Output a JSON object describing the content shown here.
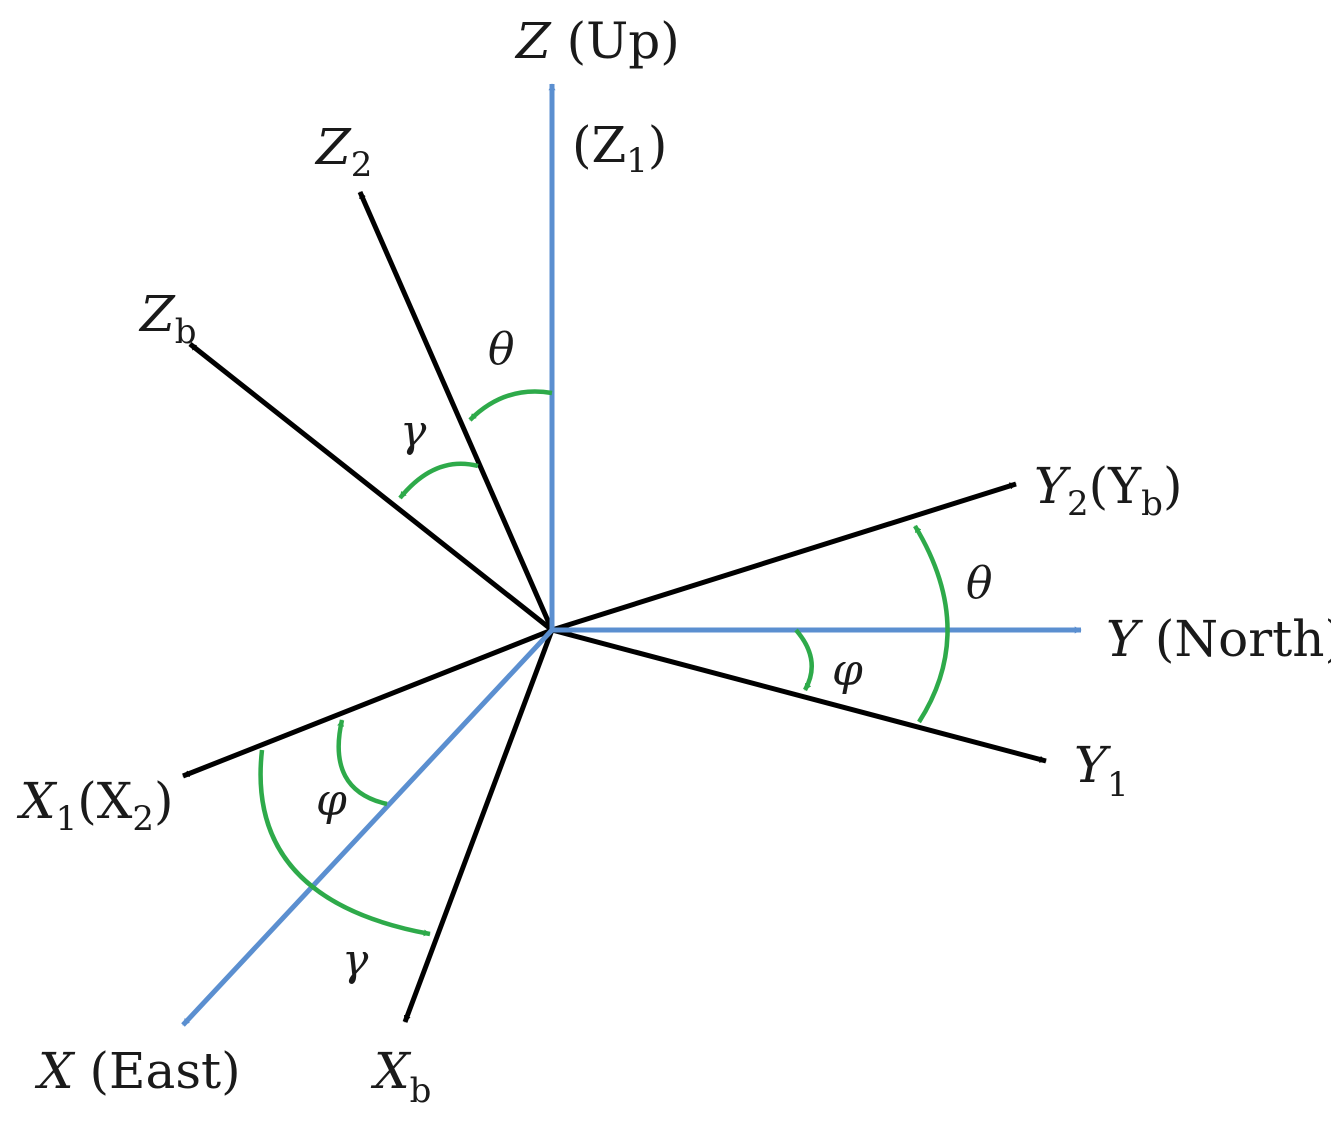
{
  "colors": {
    "reference_axis": "#5b8fd0",
    "body_axis": "#000000",
    "angle_arc": "#2eaa4a"
  },
  "axes": {
    "z_up": {
      "main": "Z",
      "suffix": " (Up)"
    },
    "z1": {
      "open": "(Z",
      "sub": "1",
      "close": ")"
    },
    "z2": {
      "main": "Z",
      "sub": "2"
    },
    "zb": {
      "main": "Z",
      "sub": "b"
    },
    "y2yb": {
      "main": "Y",
      "sub": "2",
      "open": "(Y",
      "sub2": "b",
      "close": ")"
    },
    "y_north": {
      "main": "Y",
      "suffix": " (North)"
    },
    "y1": {
      "main": "Y",
      "sub": "1"
    },
    "x1x2": {
      "main": "X",
      "sub": "1",
      "open": "(X",
      "sub2": "2",
      "close": ")"
    },
    "x_east": {
      "main": "X",
      "suffix": " (East)"
    },
    "xb": {
      "main": "X",
      "sub": "b"
    }
  },
  "angles": {
    "theta_vertical": "θ",
    "gamma_vertical": "γ",
    "theta_horizontal": "θ",
    "phi_horizontal": "φ",
    "phi_bottom": "φ",
    "gamma_bottom": "γ"
  }
}
